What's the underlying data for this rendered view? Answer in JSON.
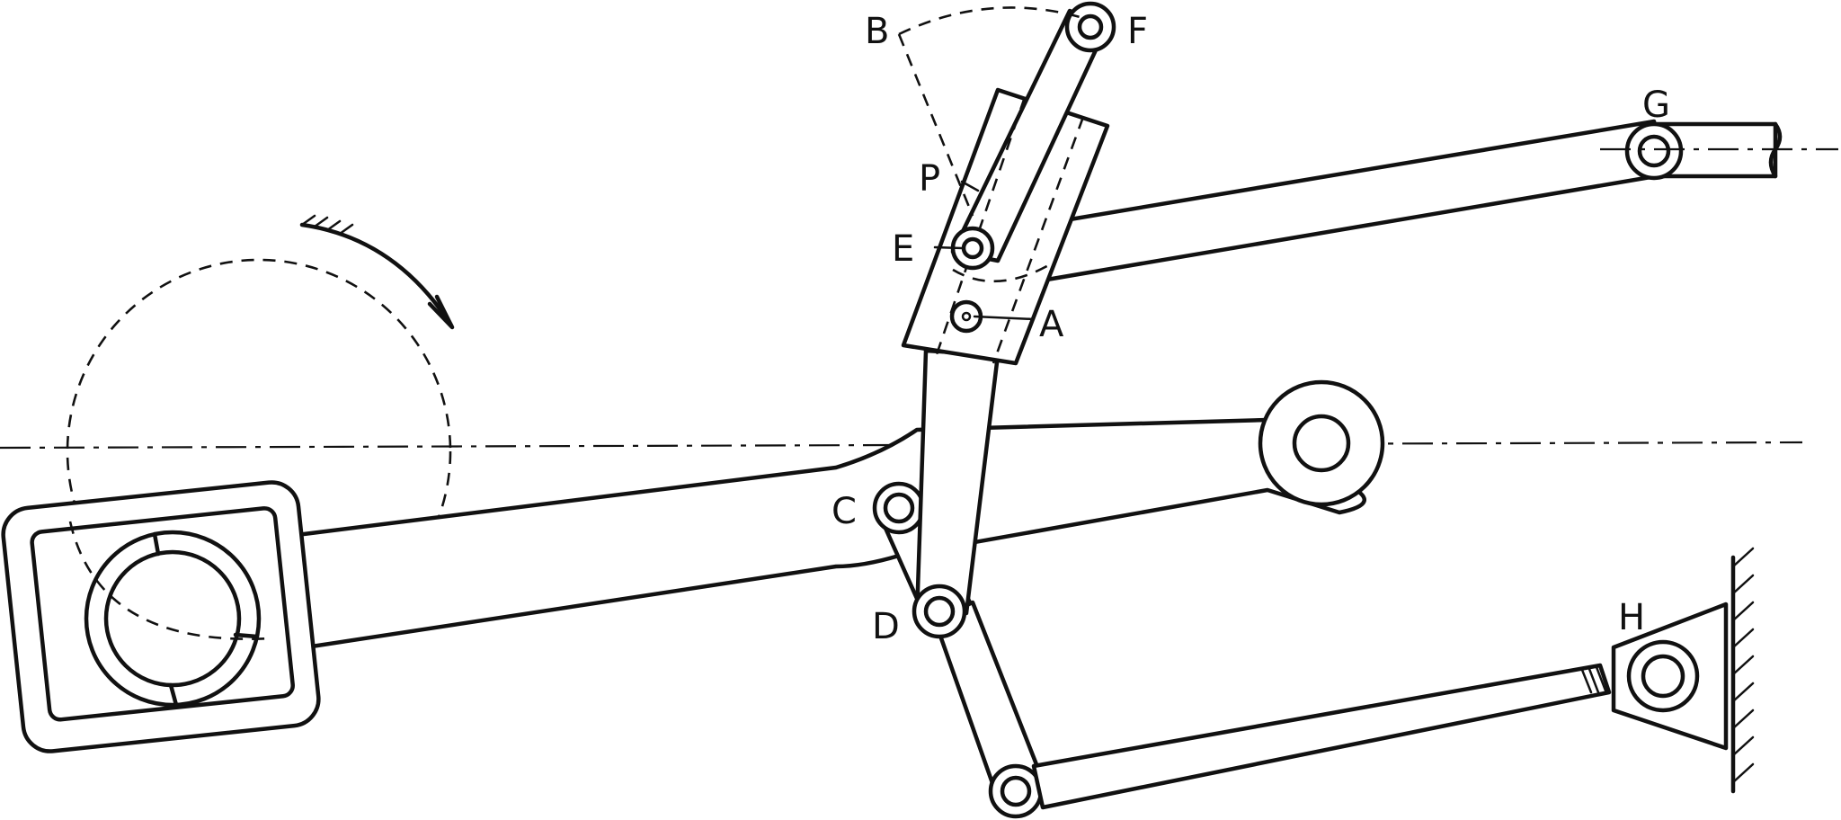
{
  "diagram": {
    "labels": {
      "A": "A",
      "B": "B",
      "C": "C",
      "D": "D",
      "E": "E",
      "F": "F",
      "G": "G",
      "H": "H",
      "P": "P"
    }
  }
}
